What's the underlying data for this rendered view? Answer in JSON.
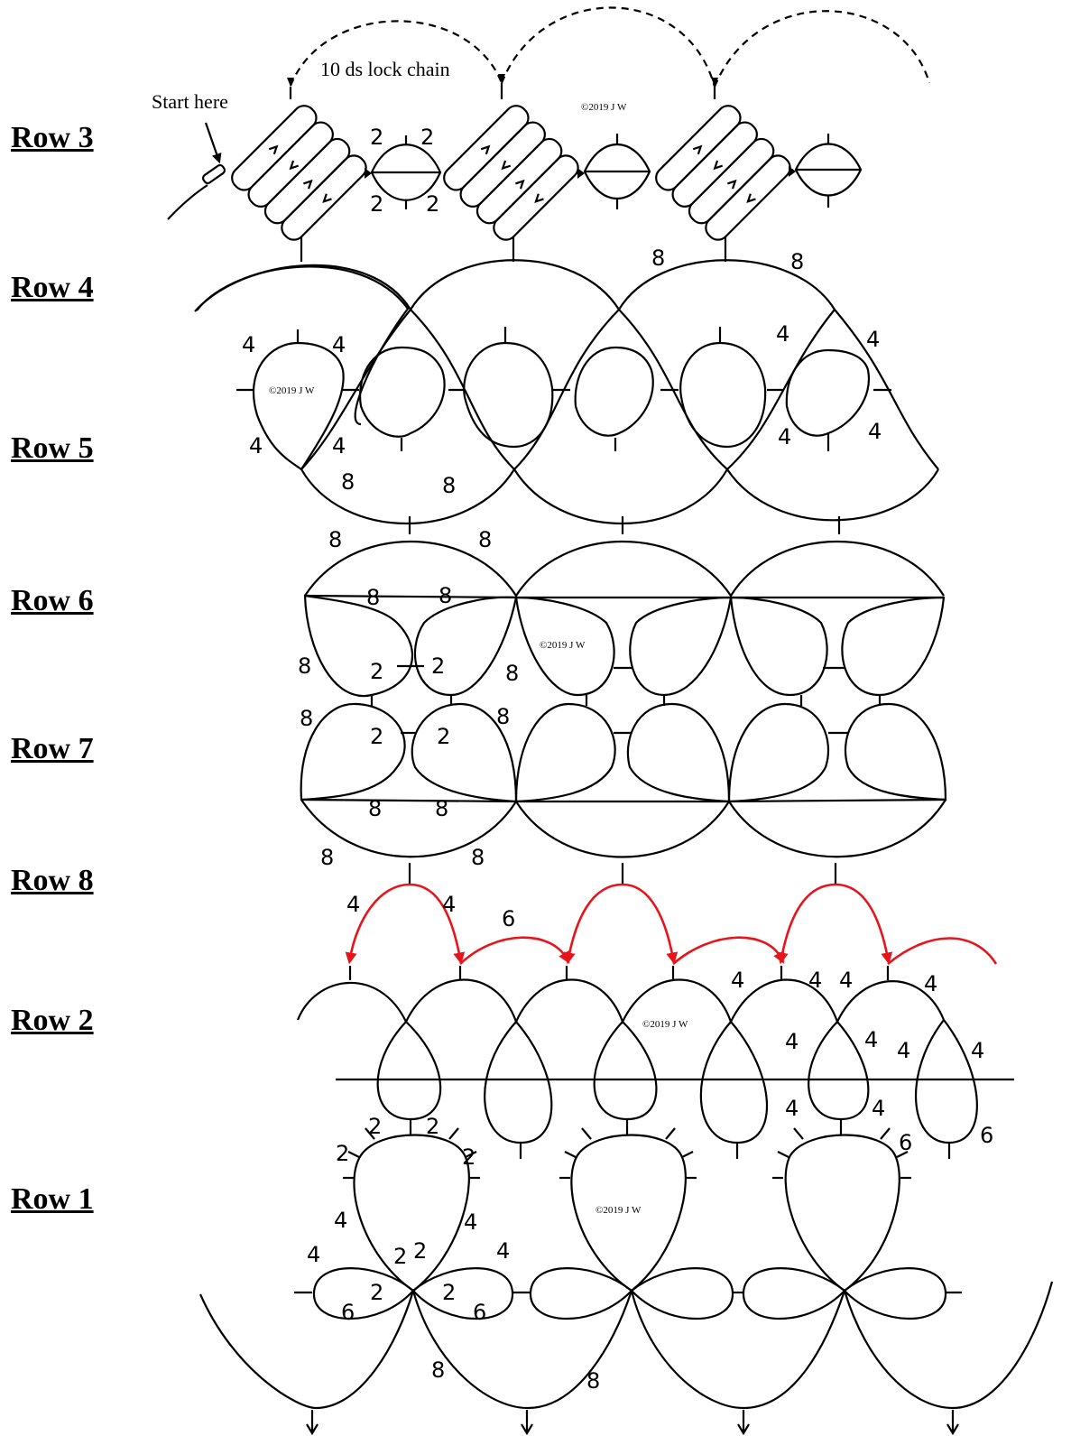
{
  "rows": [
    {
      "id": "row3",
      "label": "Row 3"
    },
    {
      "id": "row4",
      "label": "Row 4"
    },
    {
      "id": "row5",
      "label": "Row 5"
    },
    {
      "id": "row6",
      "label": "Row 6"
    },
    {
      "id": "row7",
      "label": "Row 7"
    },
    {
      "id": "row8",
      "label": "Row 8"
    },
    {
      "id": "row2",
      "label": "Row 2"
    },
    {
      "id": "row1",
      "label": "Row 1"
    }
  ],
  "annotations": {
    "lock_chain": "10 ds lock chain",
    "start": "Start here",
    "copyright": "©2019 J W"
  },
  "stitch_counts": {
    "two": "2",
    "four": "4",
    "six": "6",
    "eight": "8"
  },
  "colors": {
    "line": "#000000",
    "connector": "#e8141c"
  }
}
